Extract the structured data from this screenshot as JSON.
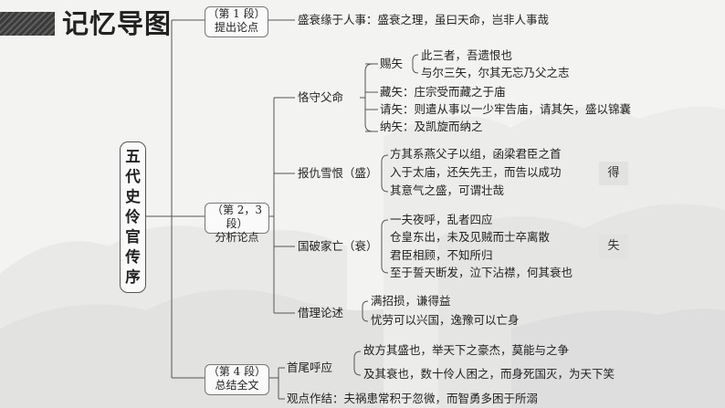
{
  "header": {
    "title": "记忆导图"
  },
  "root": {
    "label_chars": [
      "五",
      "代",
      "史",
      "伶",
      "官",
      "传",
      "序"
    ]
  },
  "sections": [
    {
      "line1": "（第 1 段）",
      "line2": "提出论点"
    },
    {
      "line1": "（第 2，3 段）",
      "line2": "分析论点"
    },
    {
      "line1": "（第 4 段）",
      "line2": "总结全文"
    }
  ],
  "s1": {
    "point": "盛衰缘于人事：盛衰之理，虽曰天命，岂非人事哉"
  },
  "s2": {
    "b1": {
      "title": "恪守父命",
      "ci_shi": {
        "label": "赐矢",
        "items": [
          "此三者，吾遗恨也",
          "与尔三矢，尔其无忘乃父之志"
        ]
      },
      "items": [
        "藏矢：庄宗受而藏之于庙",
        "请矢：则遣从事以一少牢告庙，请其矢，盛以锦囊",
        "纳矢：及凯旋而纳之"
      ]
    },
    "b2": {
      "title": "报仇雪恨（盛）",
      "items": [
        "方其系燕父子以组，函梁君臣之首",
        "入于太庙，还矢先王，而告以成功",
        "其意气之盛，可谓壮哉"
      ]
    },
    "b3": {
      "title": "国破家亡（衰）",
      "items": [
        "一夫夜呼，乱者四应",
        "仓皇东出，未及见贼而士卒离散",
        "君臣相顾，不知所归",
        "至于誓天断发，泣下沾襟，何其衰也"
      ]
    },
    "b4": {
      "title": "借理论述",
      "items": [
        "满招损，谦得益",
        "忧劳可以兴国，逸豫可以亡身"
      ]
    }
  },
  "s3": {
    "b1": {
      "title": "首尾呼应",
      "items": [
        "故方其盛也，举天下之豪杰，莫能与之争",
        "及其衰也，数十伶人困之，而身死国灭，为天下笑"
      ]
    },
    "b2": {
      "text": "观点作结：夫祸患常积于忽微，而智勇多困于所溺"
    }
  },
  "tags": {
    "de": "得",
    "shi": "失"
  }
}
